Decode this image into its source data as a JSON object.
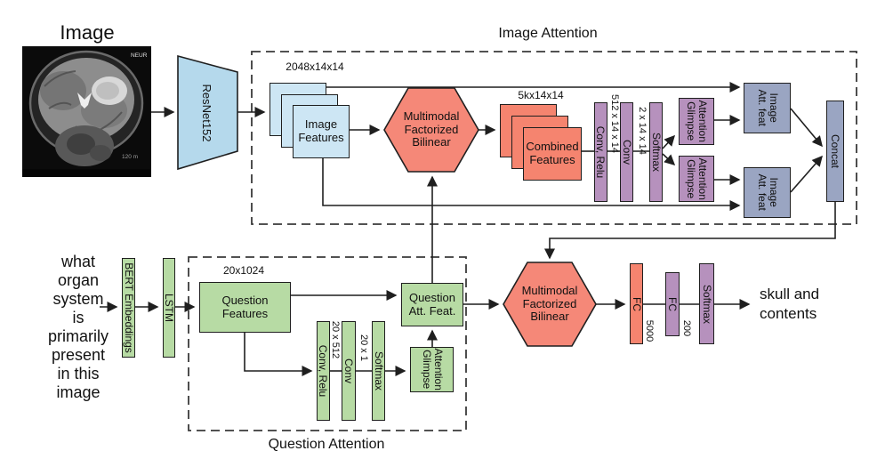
{
  "colors": {
    "blue": "#cde6f4",
    "green": "#b7dba4",
    "salmon": "#f5846f",
    "purple": "#b691bd",
    "slate": "#9aa5c2",
    "line": "#1f1f1f"
  },
  "input_image": {
    "title": "Image",
    "mri_overlay_top_right": "NEUR",
    "mri_overlay_bottom_right": "120 m"
  },
  "backbone": {
    "resnet": "ResNet152"
  },
  "question_input": {
    "text_lines": [
      "what",
      "organ",
      "system",
      "is",
      "primarily",
      "present",
      "in this",
      "image"
    ],
    "bert": "BERT Embeddings",
    "lstm": "LSTM"
  },
  "image_attention": {
    "title": "Image Attention",
    "input_dim": "2048x14x14",
    "image_features": [
      "Image",
      "Features"
    ],
    "mfb": [
      "Multimodal",
      "Factorized",
      "Bilinear"
    ],
    "combined_dim": "5kx14x14",
    "combined_features": [
      "Combined",
      "Features"
    ],
    "conv_relu": "Conv, Relu",
    "conv_relu_dim": "512 x 14 x 14",
    "conv": "Conv",
    "conv_dim": "2 x 14 x 14",
    "softmax": "Softmax",
    "attention_glimpse": [
      "Attention",
      "Glimpse"
    ],
    "image_att_feat": [
      "Image",
      "Att. feat"
    ],
    "concat": "Concat"
  },
  "question_attention": {
    "title": "Question Attention",
    "input_dim": "20x1024",
    "question_features": [
      "Question",
      "Features"
    ],
    "conv_relu": "Conv, Relu",
    "conv_relu_dim": "20 x 512",
    "conv": "Conv",
    "conv_dim": "20 x 1",
    "softmax": "Softmax",
    "attention_glimpse": [
      "Attention",
      "Glimpse"
    ],
    "question_att_feat": [
      "Question",
      "Att. Feat."
    ]
  },
  "fusion": {
    "mfb": [
      "Multimodal",
      "Factorized",
      "Bilinear"
    ],
    "fc1": "FC",
    "fc1_dim": "5000",
    "fc2": "FC",
    "fc2_dim": "200",
    "softmax": "Softmax"
  },
  "output": {
    "answer_lines": [
      "skull and",
      "contents"
    ]
  }
}
